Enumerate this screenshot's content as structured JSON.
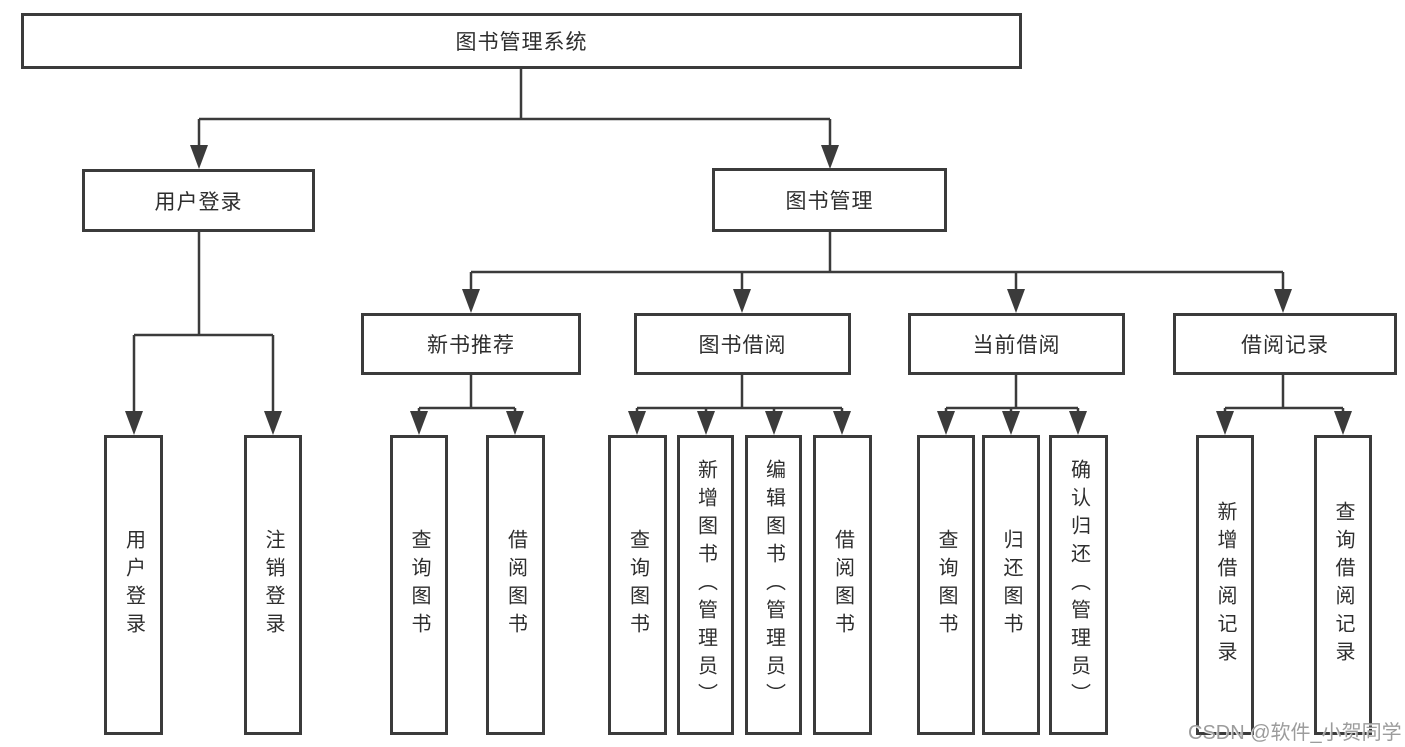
{
  "diagram": {
    "root": {
      "label": "图书管理系统",
      "children": [
        {
          "label": "用户登录",
          "children": [
            {
              "label": "用户登录"
            },
            {
              "label": "注销登录"
            }
          ]
        },
        {
          "label": "图书管理",
          "children": [
            {
              "label": "新书推荐",
              "children": [
                {
                  "label": "查询图书"
                },
                {
                  "label": "借阅图书"
                }
              ]
            },
            {
              "label": "图书借阅",
              "children": [
                {
                  "label": "查询图书"
                },
                {
                  "label": "新增图书（管理员）"
                },
                {
                  "label": "编辑图书（管理员）"
                },
                {
                  "label": "借阅图书"
                }
              ]
            },
            {
              "label": "当前借阅",
              "children": [
                {
                  "label": "查询图书"
                },
                {
                  "label": "归还图书"
                },
                {
                  "label": "确认归还（管理员）"
                }
              ]
            },
            {
              "label": "借阅记录",
              "children": [
                {
                  "label": "新增借阅记录"
                },
                {
                  "label": "查询借阅记录"
                }
              ]
            }
          ]
        }
      ]
    },
    "watermark": "CSDN @软件_小贺同学",
    "colors": {
      "line": "#3b3b3b",
      "text": "#2e2e2e",
      "box_background": "#ffffff",
      "watermark": "#9c9c9c"
    }
  }
}
